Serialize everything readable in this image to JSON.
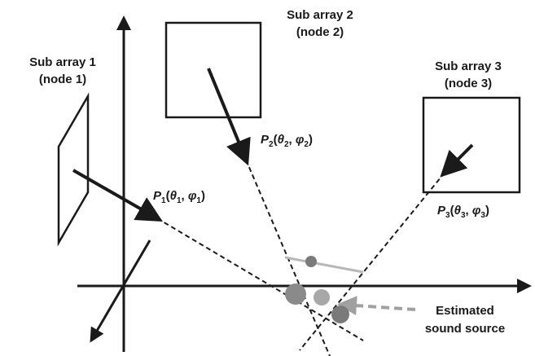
{
  "labels": {
    "sub_array_1": "Sub array 1",
    "node_1": "(node 1)",
    "sub_array_2": "Sub array 2",
    "node_2": "(node 2)",
    "sub_array_3": "Sub array 3",
    "node_3": "(node 3)",
    "estimated": "Estimated",
    "sound_source": "sound source"
  },
  "points": {
    "p1": {
      "letter": "P",
      "sub": "1",
      "theta": "θ",
      "phi": "φ"
    },
    "p2": {
      "letter": "P",
      "sub": "2",
      "theta": "θ",
      "phi": "φ"
    },
    "p3": {
      "letter": "P",
      "sub": "3",
      "theta": "θ",
      "phi": "φ"
    }
  },
  "colors": {
    "ink": "#1a1a1a",
    "light_gray": "#b8b8b8",
    "mid_gray": "#9a9a9a",
    "dark_gray": "#7a7a7a",
    "gray_arrow": "#a0a0a0"
  }
}
